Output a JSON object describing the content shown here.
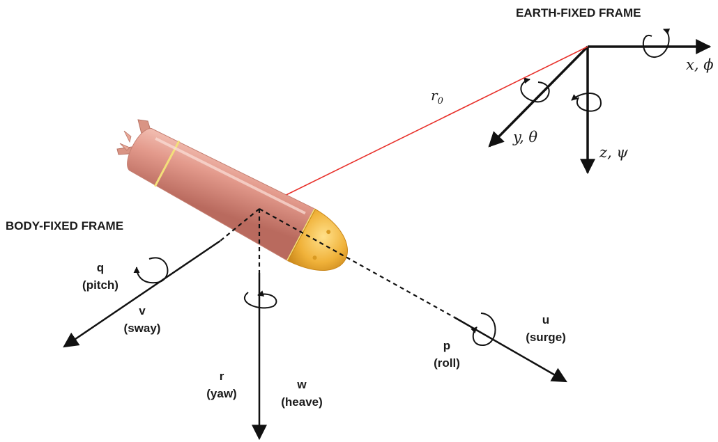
{
  "earth_frame": {
    "title": "EARTH-FIXED FRAME",
    "x_label": "x, ϕ",
    "y_label": "y, θ",
    "z_label": "z, ψ"
  },
  "position_vector": {
    "symbol": "r",
    "subscript": "0",
    "color": "#e8302a"
  },
  "body_frame": {
    "title": "BODY-FIXED FRAME",
    "pitch": {
      "symbol": "q",
      "name": "(pitch)"
    },
    "sway": {
      "symbol": "v",
      "name": "(sway)"
    },
    "yaw": {
      "symbol": "r",
      "name": "(yaw)"
    },
    "heave": {
      "symbol": "w",
      "name": "(heave)"
    },
    "roll": {
      "symbol": "p",
      "name": "(roll)"
    },
    "surge": {
      "symbol": "u",
      "name": "(surge)"
    }
  },
  "vehicle": {
    "hull_color": "#e39a8c",
    "nose_color": "#f0b23a",
    "band_color": "#f3e07a"
  }
}
